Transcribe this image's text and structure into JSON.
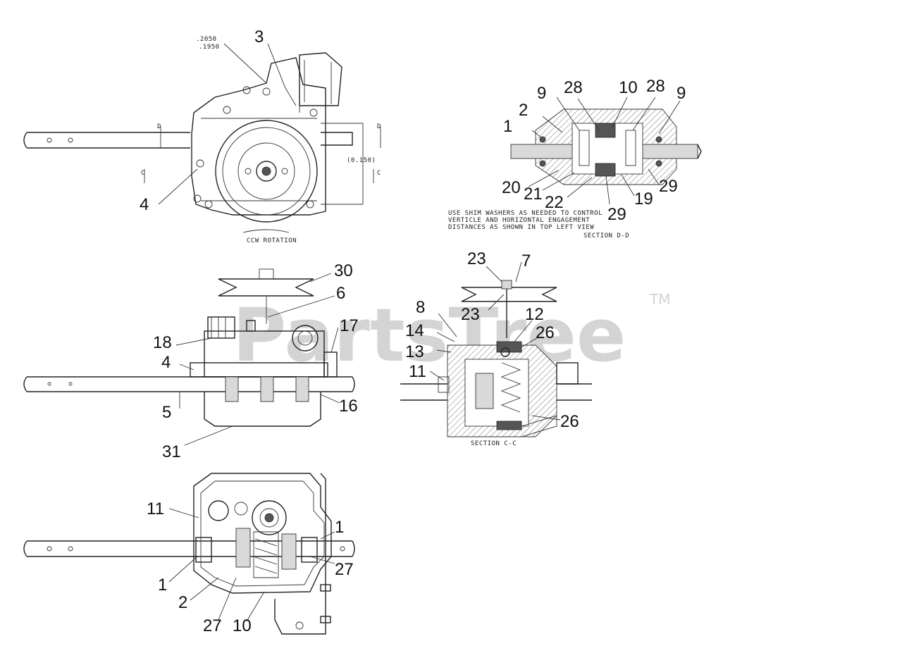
{
  "watermark": {
    "text": "PartsTree",
    "tm": "TM"
  },
  "dimensions": {
    "dia_top": ".2050",
    "dia_bottom": ".1950",
    "dim_right": "(0.150)"
  },
  "section_markers": {
    "d": "D",
    "c": "C"
  },
  "view_labels": {
    "rotation": "CCW ROTATION",
    "section_dd": "SECTION D-D",
    "section_cc": "SECTION C-C"
  },
  "note_lines": [
    "USE SHIM WASHERS AS NEEDED TO CONTROL",
    "VERTICLE AND HORIZONTAL ENGAGEMENT",
    "DISTANCES AS SHOWN IN TOP LEFT VIEW"
  ],
  "callouts": {
    "top_view": [
      "3",
      "4"
    ],
    "section_dd": [
      "9",
      "28",
      "10",
      "28",
      "9",
      "2",
      "1",
      "20",
      "21",
      "22",
      "29",
      "19",
      "29"
    ],
    "side_view": [
      "30",
      "6",
      "18",
      "17",
      "4",
      "5",
      "16",
      "31"
    ],
    "section_cc": [
      "23",
      "7",
      "23",
      "8",
      "12",
      "14",
      "26",
      "13",
      "11",
      "26"
    ],
    "bottom_view": [
      "11",
      "1",
      "27",
      "1",
      "2",
      "27",
      "10"
    ]
  }
}
